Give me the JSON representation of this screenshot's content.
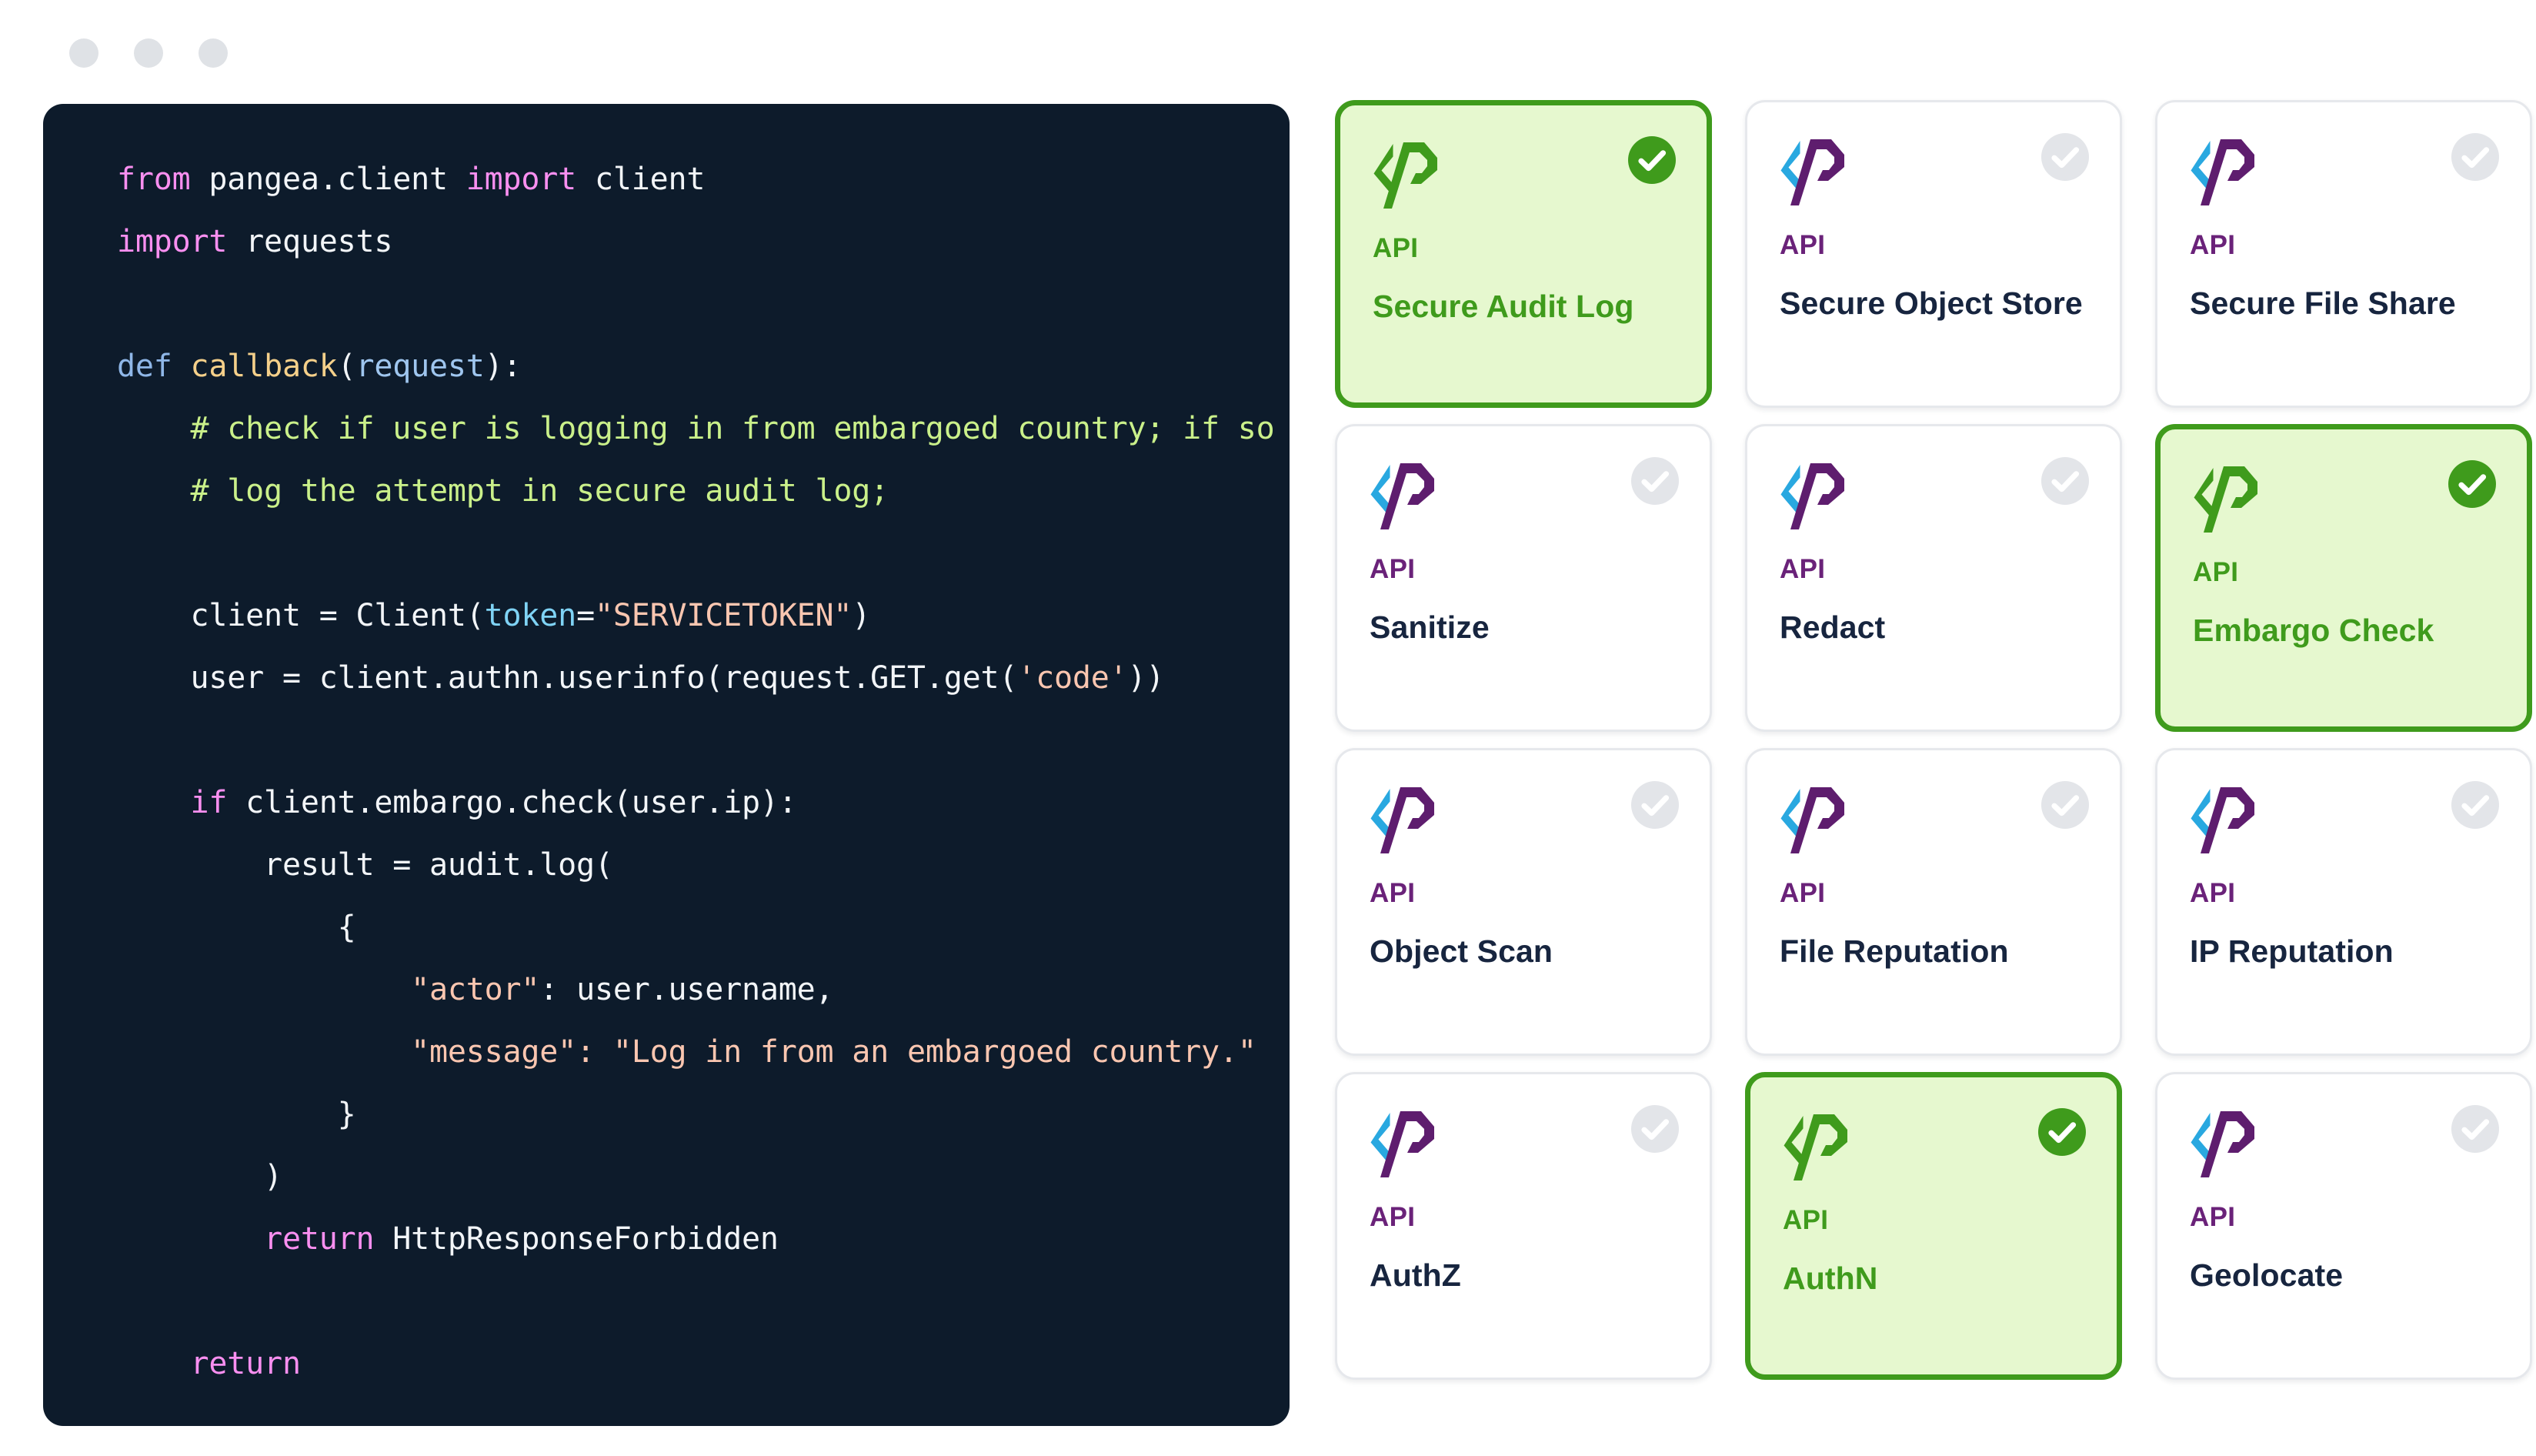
{
  "window": {
    "dots": [
      "window-dot-1",
      "window-dot-2",
      "window-dot-3"
    ],
    "dot_color": "#dfe2e6"
  },
  "code_panel": {
    "language": "python",
    "background": "#0d1b2b",
    "colors": {
      "keyword_pink": "#f98ff0",
      "keyword_blue": "#8fb7e8",
      "function_name": "#f5d08a",
      "parameter": "#9fc6ef",
      "kwarg": "#7fd3f5",
      "comment": "#caf08a",
      "string": "#fac6b0",
      "plain": "#f2f5f8"
    },
    "lines": [
      {
        "id": "line-1",
        "tokens": [
          {
            "t": "from",
            "c": "kw"
          },
          {
            "t": " pangea.client ",
            "c": "pl"
          },
          {
            "t": "import",
            "c": "kw"
          },
          {
            "t": " client",
            "c": "pl"
          }
        ]
      },
      {
        "id": "line-2",
        "tokens": [
          {
            "t": "import",
            "c": "kw"
          },
          {
            "t": " requests",
            "c": "pl"
          }
        ]
      },
      {
        "id": "line-3",
        "tokens": []
      },
      {
        "id": "line-4",
        "tokens": [
          {
            "t": "def",
            "c": "kwb"
          },
          {
            "t": " ",
            "c": "pl"
          },
          {
            "t": "callback",
            "c": "fn"
          },
          {
            "t": "(",
            "c": "pl"
          },
          {
            "t": "request",
            "c": "par"
          },
          {
            "t": "):",
            "c": "pl"
          }
        ]
      },
      {
        "id": "line-5",
        "tokens": [
          {
            "t": "    # check if user is logging in from embargoed country; if so",
            "c": "cm"
          }
        ]
      },
      {
        "id": "line-6",
        "tokens": [
          {
            "t": "    # log the attempt in secure audit log;",
            "c": "cm"
          }
        ]
      },
      {
        "id": "line-7",
        "tokens": []
      },
      {
        "id": "line-8",
        "tokens": [
          {
            "t": "    client = Client(",
            "c": "pl"
          },
          {
            "t": "token",
            "c": "arg"
          },
          {
            "t": "=",
            "c": "pl"
          },
          {
            "t": "\"SERVICETOKEN\"",
            "c": "st"
          },
          {
            "t": ")",
            "c": "pl"
          }
        ]
      },
      {
        "id": "line-9",
        "tokens": [
          {
            "t": "    user = client.authn.userinfo(request.GET.get(",
            "c": "pl"
          },
          {
            "t": "'code'",
            "c": "st"
          },
          {
            "t": "))",
            "c": "pl"
          }
        ]
      },
      {
        "id": "line-10",
        "tokens": []
      },
      {
        "id": "line-11",
        "tokens": [
          {
            "t": "    ",
            "c": "pl"
          },
          {
            "t": "if",
            "c": "kw"
          },
          {
            "t": " client.embargo.check(user.ip):",
            "c": "pl"
          }
        ]
      },
      {
        "id": "line-12",
        "tokens": [
          {
            "t": "        result = audit.log(",
            "c": "pl"
          }
        ]
      },
      {
        "id": "line-13",
        "tokens": [
          {
            "t": "            {",
            "c": "pl"
          }
        ]
      },
      {
        "id": "line-14",
        "tokens": [
          {
            "t": "                ",
            "c": "pl"
          },
          {
            "t": "\"actor\"",
            "c": "st"
          },
          {
            "t": ": user.username,",
            "c": "pl"
          }
        ]
      },
      {
        "id": "line-15",
        "tokens": [
          {
            "t": "                ",
            "c": "pl"
          },
          {
            "t": "\"message\": \"Log in from an embargoed country.\"",
            "c": "st"
          }
        ]
      },
      {
        "id": "line-16",
        "tokens": [
          {
            "t": "            }",
            "c": "pl"
          }
        ]
      },
      {
        "id": "line-17",
        "tokens": [
          {
            "t": "        )",
            "c": "pl"
          }
        ]
      },
      {
        "id": "line-18",
        "tokens": [
          {
            "t": "        ",
            "c": "pl"
          },
          {
            "t": "return",
            "c": "kw"
          },
          {
            "t": " HttpResponseForbidden",
            "c": "pl"
          }
        ]
      },
      {
        "id": "line-19",
        "tokens": []
      },
      {
        "id": "line-20",
        "tokens": [
          {
            "t": "    ",
            "c": "pl"
          },
          {
            "t": "return",
            "c": "kw"
          }
        ]
      }
    ]
  },
  "services": {
    "columns": 3,
    "selected_color": "#3f9b1c",
    "selected_bg": "#e6f8cf",
    "unselected_label_color": "#6a2279",
    "unselected_title_color": "#17253f",
    "logo_cyan": "#29a8e0",
    "logo_purple": "#5e1d6e",
    "cards": [
      {
        "id": "secure-audit-log",
        "label": "API",
        "title": "Secure Audit Log",
        "selected": true
      },
      {
        "id": "secure-object-store",
        "label": "API",
        "title": "Secure Object Store",
        "selected": false
      },
      {
        "id": "secure-file-share",
        "label": "API",
        "title": "Secure File Share",
        "selected": false
      },
      {
        "id": "sanitize",
        "label": "API",
        "title": "Sanitize",
        "selected": false
      },
      {
        "id": "redact",
        "label": "API",
        "title": "Redact",
        "selected": false
      },
      {
        "id": "embargo-check",
        "label": "API",
        "title": "Embargo Check",
        "selected": true
      },
      {
        "id": "object-scan",
        "label": "API",
        "title": "Object Scan",
        "selected": false
      },
      {
        "id": "file-reputation",
        "label": "API",
        "title": "File Reputation",
        "selected": false
      },
      {
        "id": "ip-reputation",
        "label": "API",
        "title": "IP Reputation",
        "selected": false
      },
      {
        "id": "authz",
        "label": "API",
        "title": "AuthZ",
        "selected": false
      },
      {
        "id": "authn",
        "label": "API",
        "title": "AuthN",
        "selected": true
      },
      {
        "id": "geolocate",
        "label": "API",
        "title": "Geolocate",
        "selected": false
      }
    ]
  }
}
